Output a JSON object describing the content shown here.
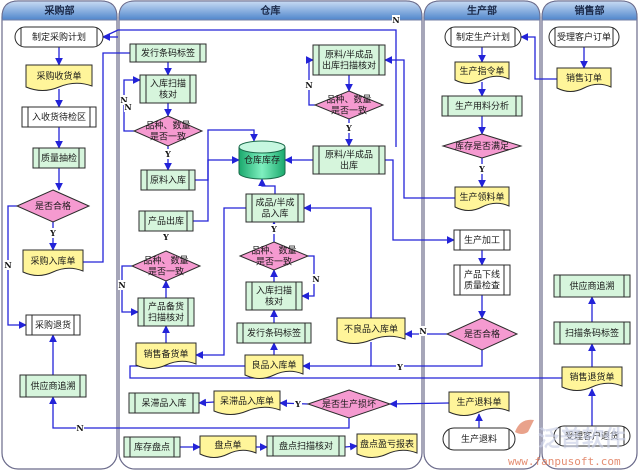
{
  "lanes": [
    {
      "id": "purchase",
      "title": "采购部"
    },
    {
      "id": "warehouse",
      "title": "仓库"
    },
    {
      "id": "production",
      "title": "生产部"
    },
    {
      "id": "sales",
      "title": "销售部"
    }
  ],
  "nodes": {
    "p_plan": "制定采购计划",
    "p_receipt": "采购收货单",
    "p_pending": "入收货待检区",
    "p_qc": "质量抽检",
    "p_qualified": "是否合格",
    "p_inbound_doc": "采购入库单",
    "p_return": "采购退货",
    "p_trace": "供应商追溯",
    "w_label1": "发行条码标签",
    "w_scan1": [
      "入库扫描",
      "核对"
    ],
    "w_check1": [
      "品种、数量",
      "是否一致"
    ],
    "w_raw_in": "原料入库",
    "w_stock": "仓库库存",
    "w_out_scan": [
      "原料/半成品",
      "出库扫描核对"
    ],
    "w_check2": [
      "品种、数量",
      "是否一致"
    ],
    "w_raw_out": [
      "原料/半成品",
      "出库"
    ],
    "w_prod_out": "产品出库",
    "w_check3": [
      "品种、数量",
      "是否一致"
    ],
    "w_prep_scan": [
      "产品备货",
      "扫描核对"
    ],
    "w_sales_prep": "销售备货单",
    "w_fin_in": [
      "成品/半成",
      "品入库"
    ],
    "w_check4": [
      "品种、数量",
      "是否一致"
    ],
    "w_scan2": [
      "入库扫描",
      "核对"
    ],
    "w_label2": "发行条码标签",
    "w_good_doc": "良品入库单",
    "w_bad_doc": "不良品入库单",
    "w_scrap_in": "呆滞品入库",
    "w_scrap_doc": "呆滞品入库单",
    "w_damaged": "是否生产损坏",
    "w_count": "库存盘点",
    "w_count_doc": "盘点单",
    "w_count_scan": "盘点扫描核对",
    "w_count_report": "盘点盈亏报表",
    "m_plan": "制定生产计划",
    "m_order": "生产指令单",
    "m_analysis": "生产用料分析",
    "m_enough": "库存是否满足",
    "m_pick": "生产领料单",
    "m_process": "生产加工",
    "m_qc": [
      "产品下线",
      "质量检查"
    ],
    "m_qualified": "是否合格",
    "m_return_doc": "生产退料单",
    "m_return": "生产退料",
    "s_accept": "受理客户订单",
    "s_order": "销售订单",
    "s_trace": "供应商追溯",
    "s_scan": "扫描条码标签",
    "s_return_doc": "销售退货单",
    "s_return": "受理客户退货"
  },
  "edge_labels": {
    "yes": "Y",
    "no": "N"
  },
  "watermark": {
    "brand": "泛普软件",
    "url": "www.fanpusoft.com"
  },
  "colors": {
    "edge": "#2323d8",
    "process_fill": "#d6f5dc",
    "document_fill": "#fff59a",
    "decision_fill": "#f59ad0",
    "terminal_fill": "#ffffff",
    "database_fill": "#3fd69a",
    "lane_header": "#5a8fd0"
  }
}
